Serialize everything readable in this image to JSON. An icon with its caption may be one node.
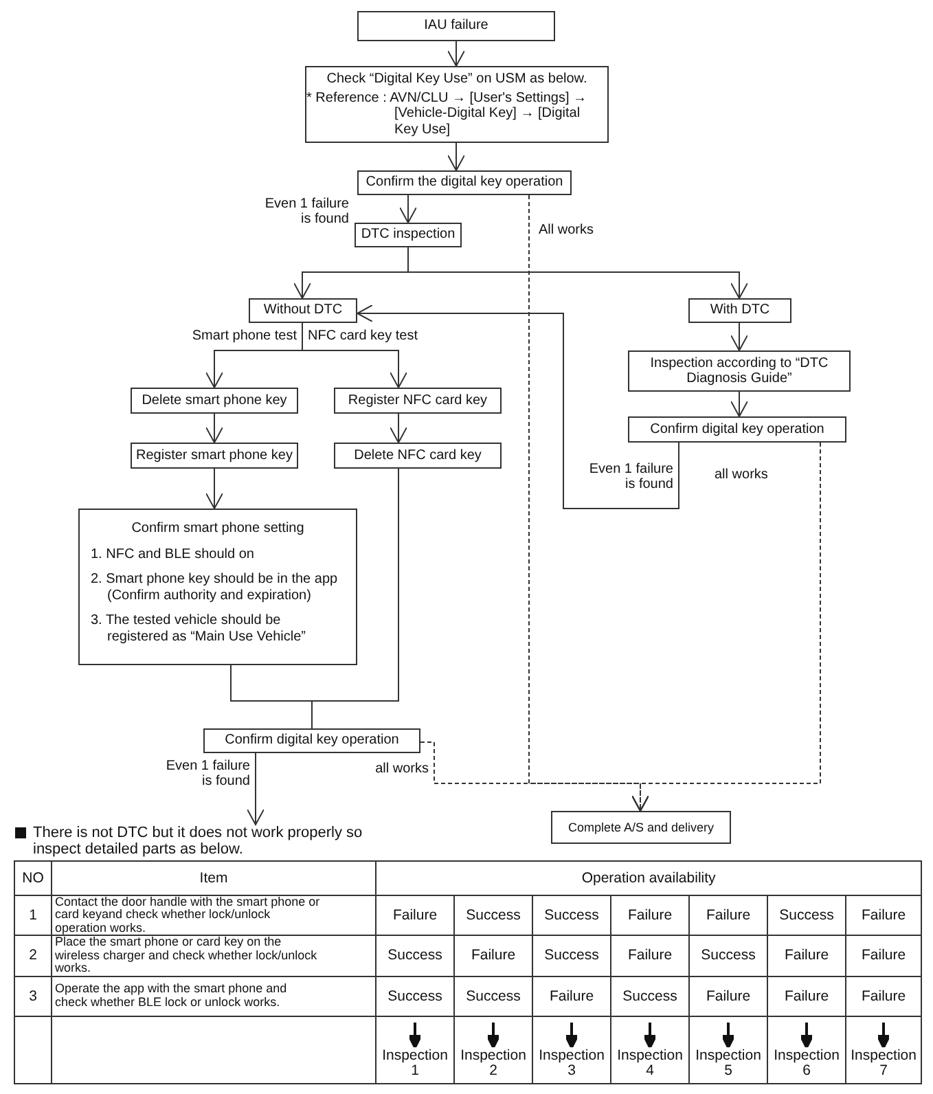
{
  "diagram": {
    "nodes": [
      {
        "text": [
          "IAU failure"
        ]
      },
      {
        "text": [
          "Check “Digital Key Use” on USM as below.",
          "* Reference : AVN/CLU → [User's Settings] → [Vehicle-Digital Key] → [Digital Key Use]"
        ]
      },
      {
        "text": [
          "Confirm the digital key operation"
        ]
      },
      {
        "text": [
          "DTC inspection"
        ]
      },
      {
        "text": [
          "Without DTC"
        ]
      },
      {
        "text": [
          "With DTC"
        ]
      },
      {
        "text": [
          "Delete smart phone key"
        ]
      },
      {
        "text": [
          "Register NFC card key"
        ]
      },
      {
        "text": [
          "Register smart phone key"
        ]
      },
      {
        "text": [
          "Delete NFC card key"
        ]
      },
      {
        "text": [
          "Confirm smart phone setting",
          "1. NFC and BLE should on",
          "2. Smart phone key should be in the app (Confirm authority and expiration)",
          "3. The tested vehicle should be registered as “Main Use Vehicle”"
        ]
      },
      {
        "text": [
          "Inspection according to “DTC Diagnosis Guide”"
        ]
      },
      {
        "text": [
          "Confirm digital key operation"
        ]
      },
      {
        "text": [
          "Confirm digital key operation"
        ]
      },
      {
        "text": [
          "Complete A/S and delivery"
        ]
      },
      {
        "text": [
          "There is not DTC but it does not work properly so inspect detailed parts as below."
        ]
      }
    ],
    "edges": [
      {
        "from": 0,
        "to": 1,
        "arrow": "to"
      },
      {
        "from": 1,
        "to": 2,
        "arrow": "to"
      },
      {
        "from": 2,
        "to": 3,
        "arrow": "to",
        "label": "Even 1 failure is found"
      },
      {
        "from": 2,
        "to": 14,
        "arrow": "to",
        "label": "All works",
        "style": "dashed"
      },
      {
        "from": 3,
        "to": 4,
        "arrow": "to"
      },
      {
        "from": 3,
        "to": 5,
        "arrow": "to"
      },
      {
        "from": 4,
        "to": 6,
        "arrow": "to",
        "label": "Smart phone test"
      },
      {
        "from": 4,
        "to": 7,
        "arrow": "to",
        "label": "NFC card key test"
      },
      {
        "from": 6,
        "to": 8,
        "arrow": "to"
      },
      {
        "from": 7,
        "to": 9,
        "arrow": "to"
      },
      {
        "from": 8,
        "to": 10,
        "arrow": "to"
      },
      {
        "from": 10,
        "to": 13,
        "arrow": "none"
      },
      {
        "from": 9,
        "to": 13,
        "arrow": "none"
      },
      {
        "from": 5,
        "to": 11,
        "arrow": "to"
      },
      {
        "from": 11,
        "to": 12,
        "arrow": "to"
      },
      {
        "from": 12,
        "to": 4,
        "arrow": "to",
        "label": "Even 1 failure is found"
      },
      {
        "from": 12,
        "to": 14,
        "arrow": "to",
        "label": "all works",
        "style": "dashed"
      },
      {
        "from": 13,
        "to": 15,
        "arrow": "to",
        "label": "Even 1 failure is found"
      },
      {
        "from": 13,
        "to": 14,
        "arrow": "to",
        "label": "all works",
        "style": "dashed"
      }
    ],
    "labels": [
      "NO",
      "Item",
      "Operation availability",
      "1",
      "Contact the door handle with the smart phone or card keyand check whether lock/unlock operation works.",
      "Failure",
      "Success",
      "Success",
      "Failure",
      "Failure",
      "Success",
      "Failure",
      "2",
      "Place the smart phone or card key on the wireless charger and check whether lock/unlock works.",
      "Success",
      "Failure",
      "Success",
      "Failure",
      "Success",
      "Failure",
      "Failure",
      "3",
      "Operate the app with the smart phone and check whether BLE lock or unlock works.",
      "Success",
      "Success",
      "Failure",
      "Success",
      "Failure",
      "Failure",
      "Failure",
      "Inspection 1",
      "Inspection 2",
      "Inspection 3",
      "Inspection 4",
      "Inspection 5",
      "Inspection 6",
      "Inspection 7"
    ]
  }
}
